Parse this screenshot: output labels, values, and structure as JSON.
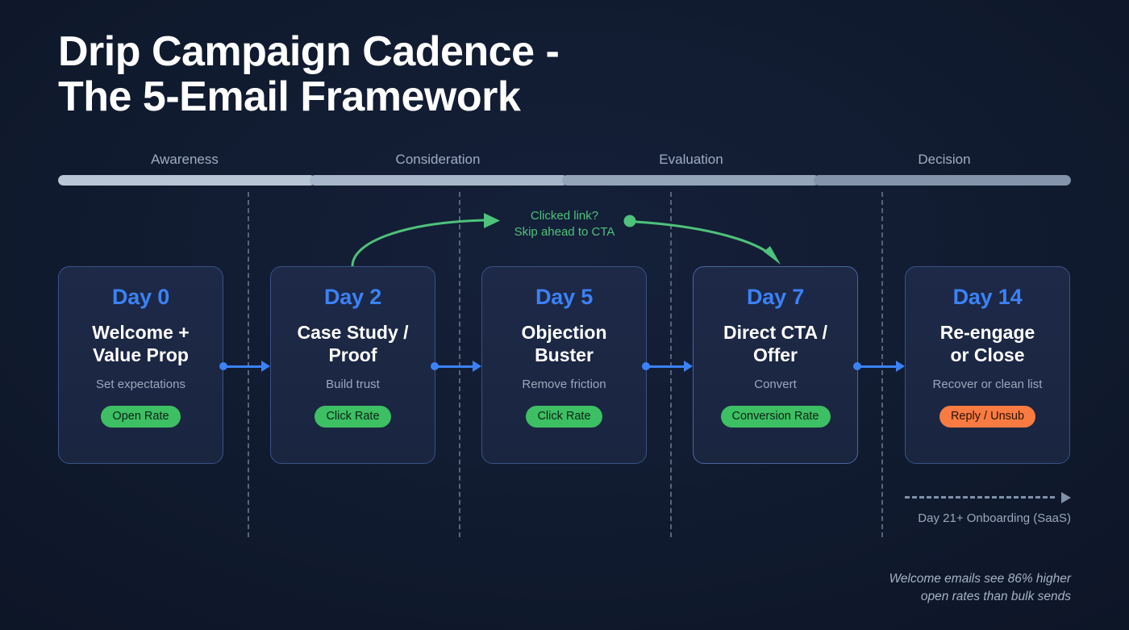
{
  "title": "Drip Campaign Cadence -\nThe 5-Email Framework",
  "stages": [
    {
      "label": "Awareness",
      "color": "#b9c6d6"
    },
    {
      "label": "Consideration",
      "color": "#a8b7c9"
    },
    {
      "label": "Evaluation",
      "color": "#94a4b9"
    },
    {
      "label": "Decision",
      "color": "#8494ab"
    }
  ],
  "cards": [
    {
      "day": "Day 0",
      "title": "Welcome +\nValue Prop",
      "subtitle": "Set expectations",
      "badge": "Open Rate",
      "badge_color": "#3dbf63",
      "highlight": false
    },
    {
      "day": "Day 2",
      "title": "Case Study /\nProof",
      "subtitle": "Build trust",
      "badge": "Click Rate",
      "badge_color": "#3dbf63",
      "highlight": false
    },
    {
      "day": "Day 5",
      "title": "Objection\nBuster",
      "subtitle": "Remove friction",
      "badge": "Click Rate",
      "badge_color": "#3dbf63",
      "highlight": false
    },
    {
      "day": "Day 7",
      "title": "Direct CTA /\nOffer",
      "subtitle": "Convert",
      "badge": "Conversion Rate",
      "badge_color": "#3dbf63",
      "highlight": true
    },
    {
      "day": "Day 14",
      "title": "Re-engage\nor Close",
      "subtitle": "Recover or clean list",
      "badge": "Reply / Unsub",
      "badge_color": "#f97b42",
      "highlight": false
    }
  ],
  "skip_annotation": {
    "text": "Clicked link?\nSkip ahead to CTA",
    "color": "#4ec27a"
  },
  "future": {
    "label": "Day 21+ Onboarding (SaaS)"
  },
  "footnote": "Welcome emails see 86% higher\nopen rates than bulk sends",
  "accent": {
    "day_color": "#3b82f6",
    "connector_color": "#3b82f6",
    "card_bg": "#1d2947",
    "card_border": "#3a5287",
    "page_bg": "#101a2e"
  }
}
